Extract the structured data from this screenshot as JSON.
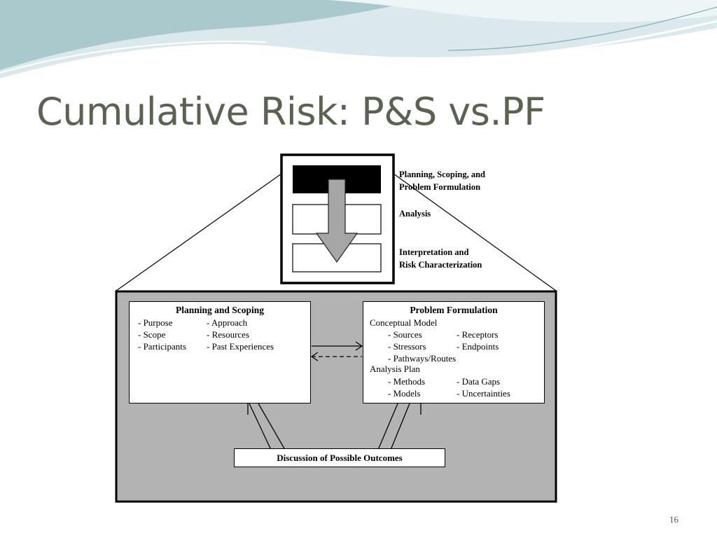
{
  "slide": {
    "title": "Cumulative Risk: P&S vs.PF",
    "page_number": "16"
  },
  "colors": {
    "title": "#5b6250",
    "banner_light": "#dbe9ec",
    "banner_teal": "#a9c9cc",
    "lower_panel": "#b3b3b3"
  },
  "figure": {
    "stage_labels": {
      "stage1_line1": "Planning, Scoping, and",
      "stage1_line2": "Problem Formulation",
      "stage2": "Analysis",
      "stage3_line1": "Interpretation and",
      "stage3_line2": "Risk Characterization"
    },
    "planning": {
      "title": "Planning and Scoping",
      "col1": [
        "- Purpose",
        "- Scope",
        "- Participants"
      ],
      "col2": [
        "- Approach",
        "- Resources",
        "- Past Experiences"
      ]
    },
    "problem": {
      "title": "Problem Formulation",
      "conceptual_model": "Conceptual Model",
      "cm_col1": [
        "- Sources",
        "- Stressors",
        "- Pathways/Routes"
      ],
      "cm_col2": [
        "- Receptors",
        "- Endpoints"
      ],
      "analysis_plan": "Analysis Plan",
      "ap_col1": [
        "- Methods",
        "- Models"
      ],
      "ap_col2": [
        "- Data Gaps",
        "- Uncertainties"
      ]
    },
    "outcomes": "Discussion of Possible Outcomes"
  }
}
